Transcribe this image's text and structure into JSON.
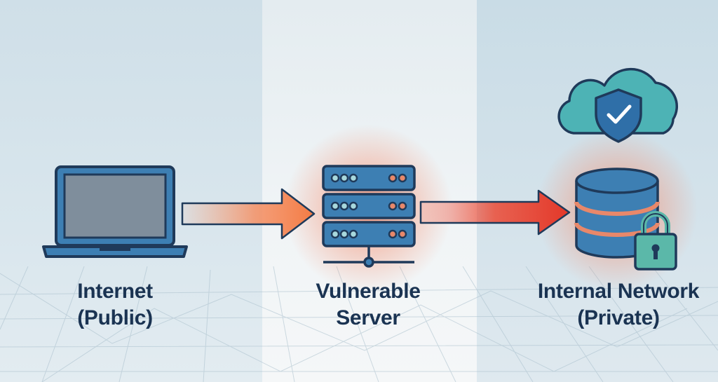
{
  "zones": [
    {
      "id": "internet",
      "line1": "Internet",
      "line2": "(Public)"
    },
    {
      "id": "server",
      "line1": "Vulnerable",
      "line2": "Server"
    },
    {
      "id": "internal",
      "line1": "Internal Network",
      "line2": "(Private)"
    }
  ],
  "colors": {
    "icon_fill": "#3d7fb3",
    "icon_outline": "#1f3a5a",
    "arrow_orange": "#f4844f",
    "arrow_red": "#e8412e",
    "glow": "#f28a6c",
    "cloud": "#4db3b5",
    "lock": "#5bb8a9",
    "label_text": "#1a3352"
  },
  "icons": [
    "laptop-icon",
    "server-rack-icon",
    "database-icon",
    "cloud-icon",
    "shield-check-icon",
    "padlock-icon"
  ]
}
